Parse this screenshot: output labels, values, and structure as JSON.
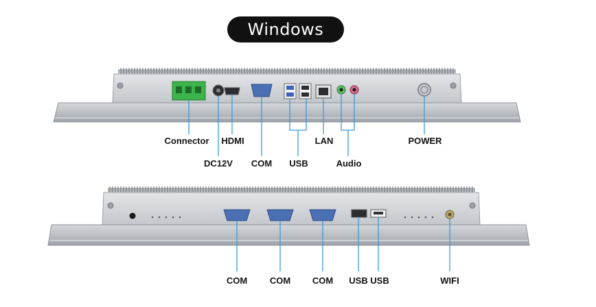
{
  "title": "Windows",
  "panel_top": {
    "labels": {
      "connector": "Connector",
      "hdmi": "HDMI",
      "dc12v": "DC12V",
      "com": "COM",
      "usb": "USB",
      "lan": "LAN",
      "audio": "Audio",
      "power": "POWER"
    }
  },
  "panel_bottom": {
    "labels": {
      "com1": "COM",
      "com2": "COM",
      "com3": "COM",
      "usb1": "USB",
      "usb2": "USB",
      "wifi": "WIFI"
    }
  },
  "colors": {
    "leader_line": "#3a9ad9",
    "panel": "#c9ccd0",
    "bezel": "#b5b9be",
    "terminal": "#3cb44b"
  }
}
